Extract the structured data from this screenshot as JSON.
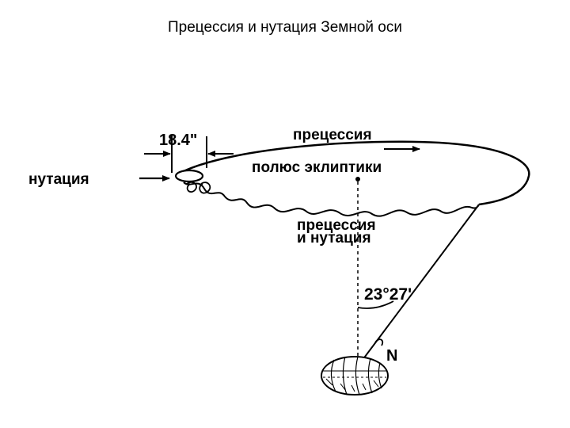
{
  "title": "Прецессия и нутация Земной оси",
  "labels": {
    "arc": "18.4\"",
    "nutation": "нутация",
    "precession": "прецессия",
    "ecliptic_pole": "полюс эклиптики",
    "prec_nut_line1": "прецессия",
    "prec_nut_line2": "и нутация",
    "angle": "23°27'",
    "north": "N"
  },
  "colors": {
    "ink": "#000000",
    "background": "#ffffff"
  }
}
